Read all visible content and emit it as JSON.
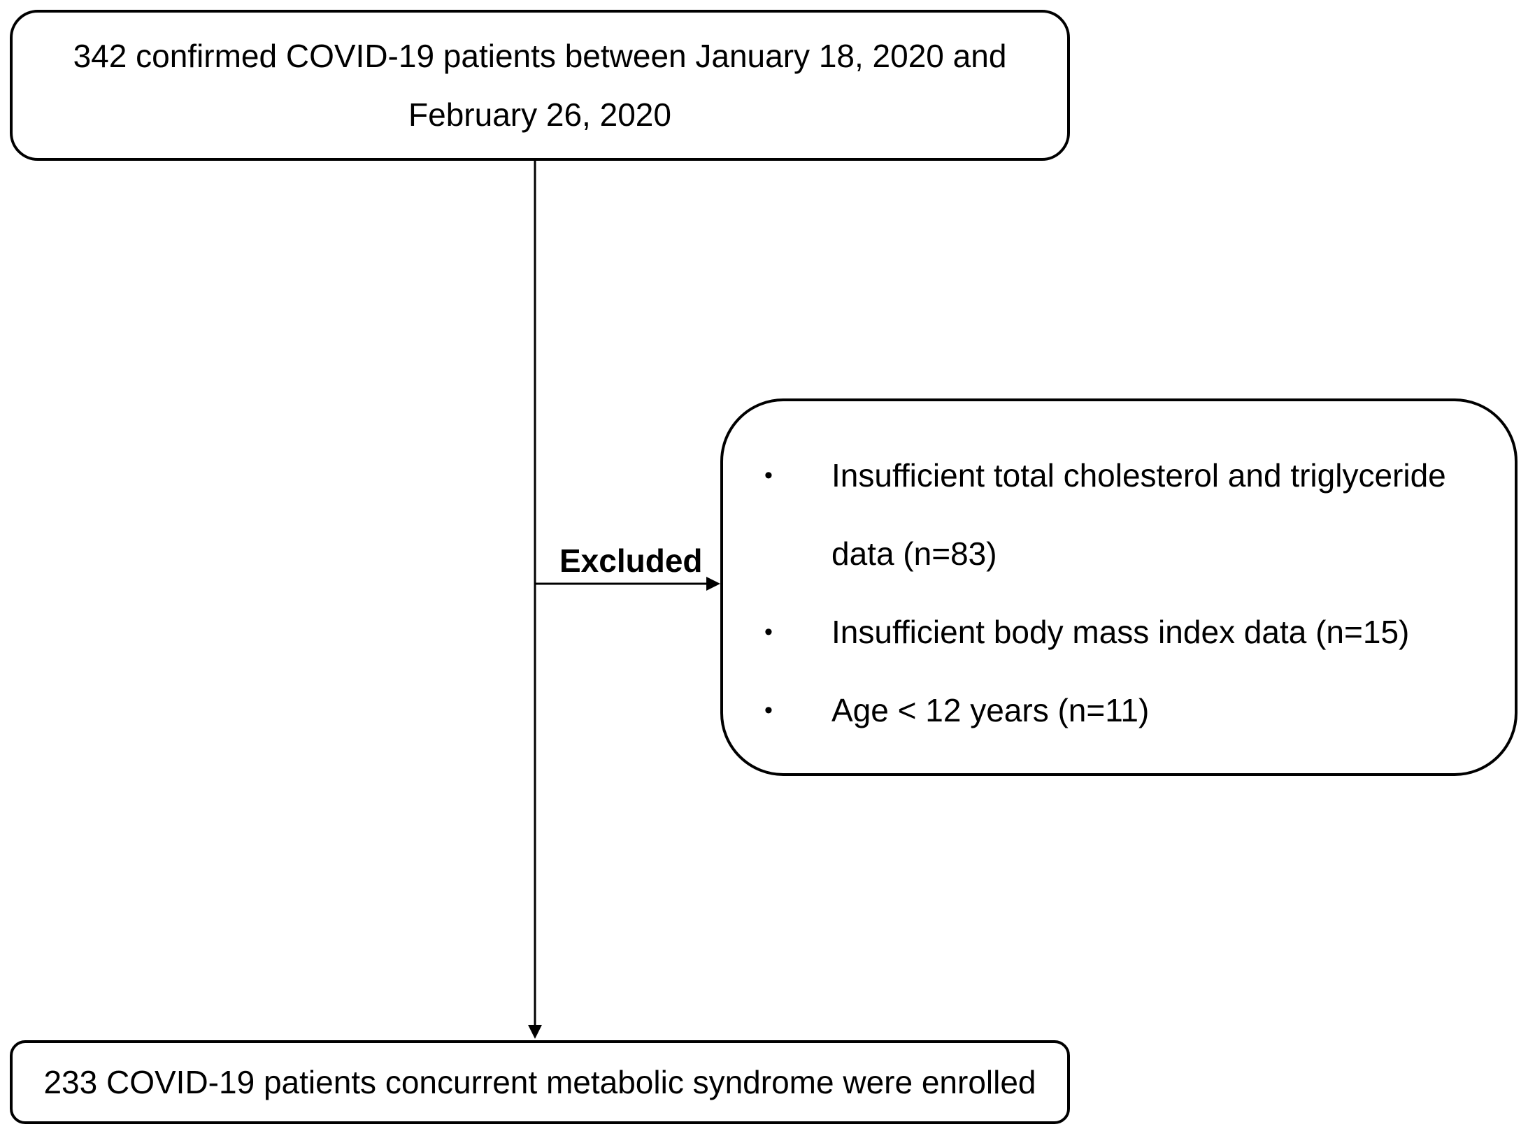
{
  "flowchart": {
    "top_box": {
      "line1": "342 confirmed COVID-19 patients between January 18, 2020 and",
      "line2": "February 26, 2020"
    },
    "excluded_label": "Excluded",
    "exclusion_criteria": [
      {
        "line1": "Insufficient  total cholesterol and triglyceride",
        "line2": "data (n=83)"
      },
      {
        "line1": "Insufficient body mass index data (n=15)"
      },
      {
        "line1": "Age < 12 years (n=11)"
      }
    ],
    "bullet_glyph": "•",
    "bottom_box": {
      "text": "233 COVID-19 patients concurrent metabolic syndrome were enrolled"
    }
  },
  "colors": {
    "line": "#000000",
    "background": "#ffffff"
  }
}
